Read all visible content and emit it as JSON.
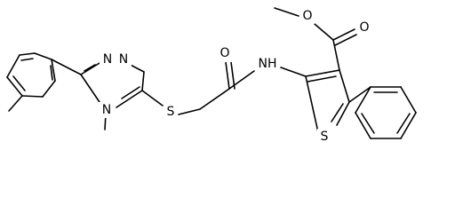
{
  "molecule": {
    "colors": {
      "bond": "#000000",
      "label": "#000000",
      "background": "#ffffff"
    },
    "atoms": {
      "o_ester": "O",
      "o_carbonyl_ester": "O",
      "o_amide": "O",
      "nh": "NH",
      "s_thiophene": "S",
      "s_thioether": "S",
      "n_triazole_1": "N",
      "n_triazole_2": "N",
      "n_triazole_4": "N"
    }
  }
}
